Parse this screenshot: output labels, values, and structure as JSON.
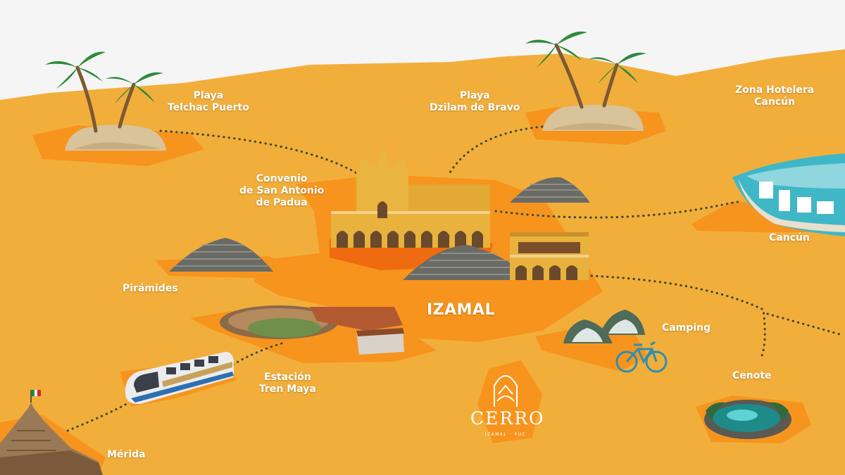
{
  "map": {
    "colors": {
      "background": "#f5f5f5",
      "land": "#f2ae3b",
      "region": "#f7941d",
      "region_dark": "#e87a12",
      "center": "#ef6b0f",
      "route": "#3b4a2e",
      "label": "#ffffff"
    },
    "center_label": "IZAMAL",
    "places": [
      {
        "id": "playa-telchac",
        "label": "Playa\nTelchac Puerto",
        "icon": "palm-beach-icon"
      },
      {
        "id": "playa-dzilam",
        "label": "Playa\nDzilam de Bravo",
        "icon": "palm-beach-icon"
      },
      {
        "id": "zona-hotelera",
        "label": "Zona Hotelera\nCancún",
        "icon": ""
      },
      {
        "id": "convento",
        "label": "Convenio\nde San Antonio\nde Padua",
        "icon": "convent-icon"
      },
      {
        "id": "cancun",
        "label": "Cancún",
        "icon": "coast-icon"
      },
      {
        "id": "piramides",
        "label": "Pirámides",
        "icon": "pyramid-icon"
      },
      {
        "id": "camping",
        "label": "Camping",
        "icon": "tent-icon"
      },
      {
        "id": "estacion",
        "label": "Estación\nTren Maya",
        "icon": "train-icon"
      },
      {
        "id": "cenote",
        "label": "Cenote",
        "icon": "cenote-icon"
      },
      {
        "id": "merida",
        "label": "Mérida",
        "icon": "monument-icon"
      }
    ],
    "logo": {
      "name": "CERRO",
      "subtitle": "IZAMAL · YUC"
    }
  }
}
